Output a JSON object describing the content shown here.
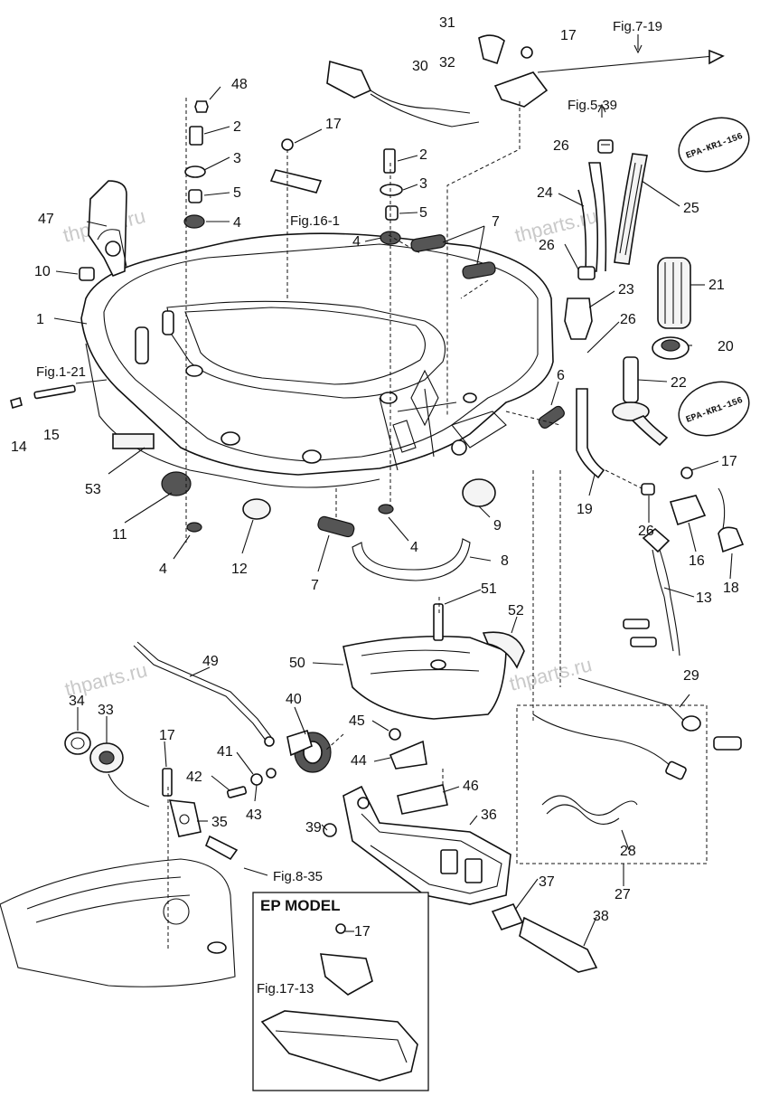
{
  "watermarks": [
    "thparts.ru",
    "thparts.ru",
    "thparts.ru"
  ],
  "stamps": [
    "EPA-KR1-156",
    "EPA-KR1-156"
  ],
  "ep_model": {
    "title": "EP MODEL",
    "fig": "Fig.17-13",
    "part": "17"
  },
  "figure_refs": {
    "fig7_19": "Fig.7-19",
    "fig5_39": "Fig.5-39",
    "fig16_1": "Fig.16-1",
    "fig1_21": "Fig.1-21",
    "fig8_35": "Fig.8-35"
  },
  "callouts": {
    "c31": "31",
    "c17a": "17",
    "c32": "32",
    "c30": "30",
    "c48": "48",
    "c2a": "2",
    "c3a": "3",
    "c5a": "5",
    "c4a": "4",
    "c17b": "17",
    "c2b": "2",
    "c3b": "3",
    "c5b": "5",
    "c4b": "4",
    "c7a": "7",
    "c47": "47",
    "c10": "10",
    "c1": "1",
    "c15": "15",
    "c14": "14",
    "c53": "53",
    "c11": "11",
    "c4c": "4",
    "c12": "12",
    "c7b": "7",
    "c4d": "4",
    "c9": "9",
    "c8": "8",
    "c6": "6",
    "c26a": "26",
    "c24": "24",
    "c25": "25",
    "c26b": "26",
    "c23": "23",
    "c21": "21",
    "c26c": "26",
    "c20": "20",
    "c22": "22",
    "c19": "19",
    "c26d": "26",
    "c17c": "17",
    "c16": "16",
    "c18": "18",
    "c13": "13",
    "c51": "51",
    "c52": "52",
    "c50": "50",
    "c49": "49",
    "c34": "34",
    "c33": "33",
    "c40": "40",
    "c29": "29",
    "c45": "45",
    "c41": "41",
    "c17d": "17",
    "c42": "42",
    "c44": "44",
    "c43": "43",
    "c35": "35",
    "c39": "39",
    "c46": "46",
    "c36": "36",
    "c28": "28",
    "c27": "27",
    "c37": "37",
    "c38": "38"
  }
}
